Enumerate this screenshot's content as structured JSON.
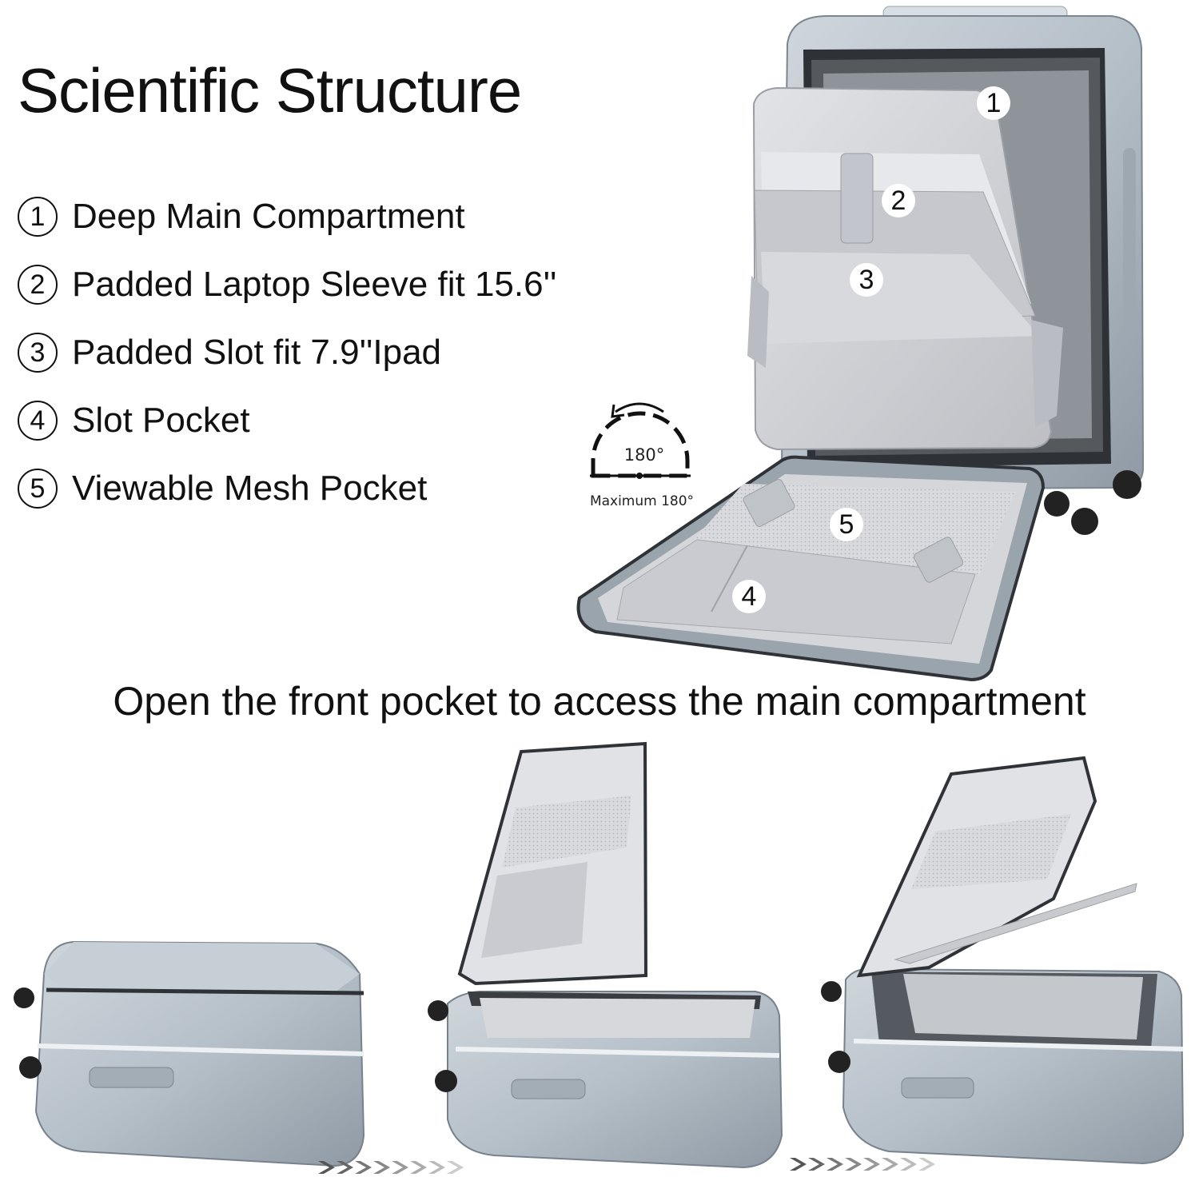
{
  "header": {
    "title": "Scientific Structure"
  },
  "features": [
    {
      "number": "1",
      "label": "Deep Main Compartment"
    },
    {
      "number": "2",
      "label": "Padded Laptop Sleeve fit 15.6''"
    },
    {
      "number": "3",
      "label": "Padded Slot fit 7.9''Ipad"
    },
    {
      "number": "4",
      "label": "Slot Pocket"
    },
    {
      "number": "5",
      "label": "Viewable Mesh Pocket"
    }
  ],
  "hinge": {
    "angle_label": "180°",
    "caption": "Maximum 180°"
  },
  "product_markers": [
    "1",
    "2",
    "3",
    "4",
    "5"
  ],
  "caption": "Open the front pocket to access the main compartment",
  "icons": [
    "rotation-arrow-icon",
    "chevrons-right-icon"
  ],
  "colors": {
    "background": "#ffffff",
    "text": "#111111",
    "shell": "#b8c1ca",
    "shell_dark": "#7f8993",
    "lining": "#d5d6da",
    "zip": "#2f3338"
  }
}
